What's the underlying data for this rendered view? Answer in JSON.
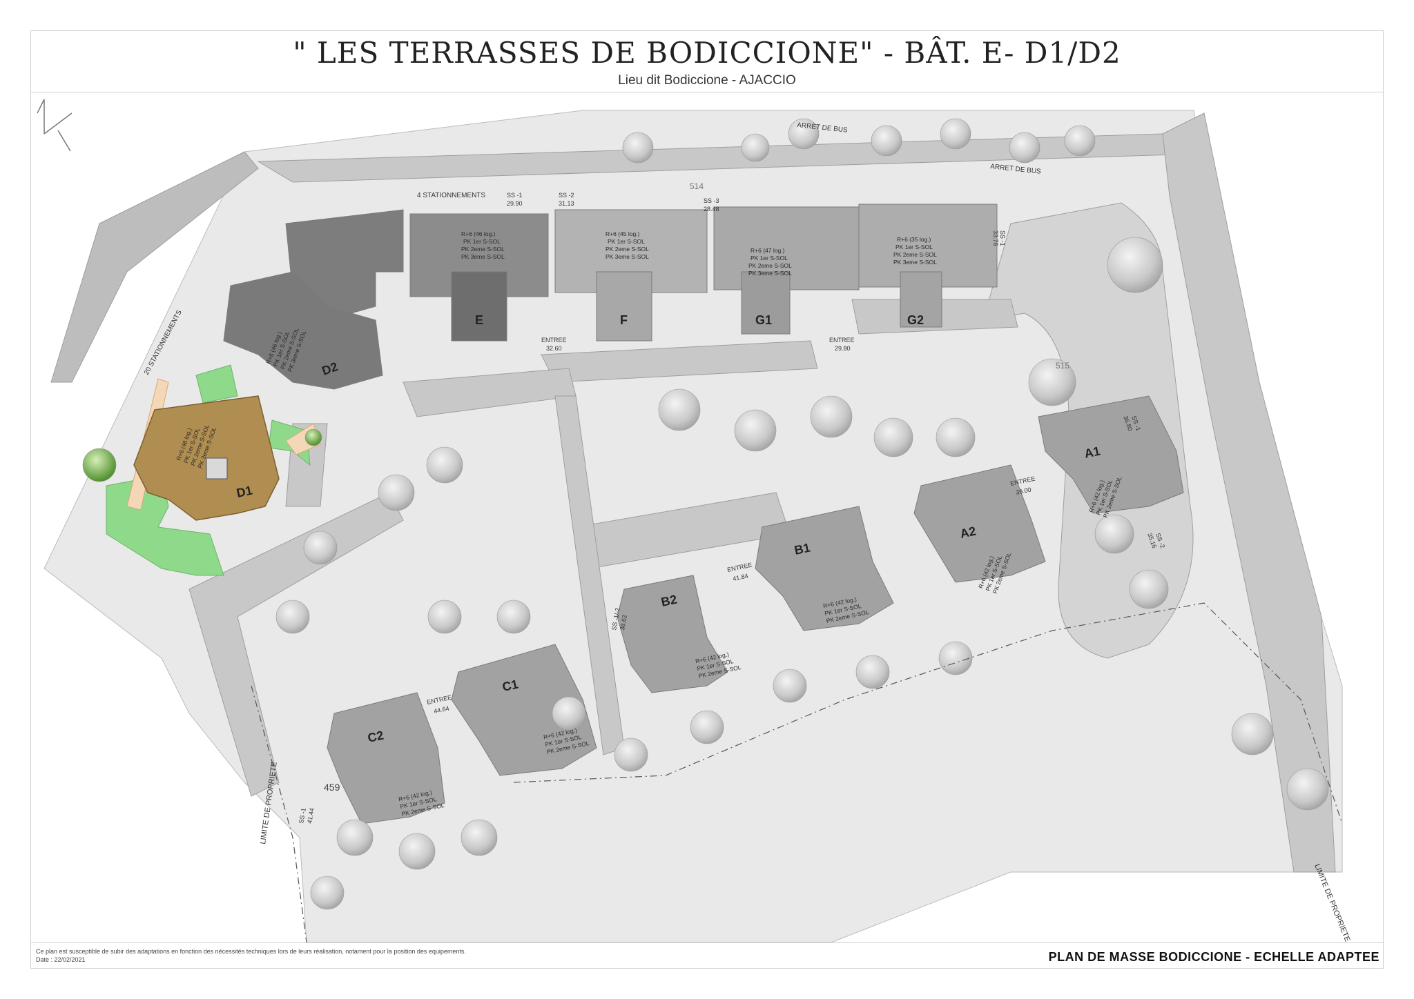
{
  "header": {
    "title": "\" LES TERRASSES DE BODICCIONE\"  - BÂT.  E- D1/D2",
    "subtitle": "Lieu dit Bodiccione - AJACCIO"
  },
  "plan": {
    "parking_top": "4 STATIONNEMENTS",
    "parking_side": "20 STATIONNEMENTS",
    "bus_stop_1": "ARRET DE BUS",
    "bus_stop_2": "ARRET DE BUS",
    "road_number_top": "514",
    "road_number_right": "515",
    "lot_number": "459",
    "property_limit_left": "LIMITE DE PROPRIETE",
    "property_limit_right": "LIMITE DE PROPRIETE",
    "entrances": [
      {
        "label": "ENTREE",
        "level": "32.60"
      },
      {
        "label": "ENTREE",
        "level": "29.80"
      },
      {
        "label": "ENTREE",
        "level": "44.64"
      },
      {
        "label": "ENTREE",
        "level": "41.84"
      },
      {
        "label": "ENTREE",
        "level": "39.00"
      }
    ],
    "basement_levels": [
      {
        "label": "SS -1",
        "level": "29.90"
      },
      {
        "label": "SS -2",
        "level": "31.13"
      },
      {
        "label": "SS -3",
        "level": "28.48"
      },
      {
        "label": "SS -1",
        "level": "33.76"
      },
      {
        "label": "SS -1",
        "level": "36.80"
      },
      {
        "label": "SS -2",
        "level": "35.16"
      },
      {
        "label": "SS -1/-2",
        "level": "38.62"
      },
      {
        "label": "SS -1",
        "level": "41.44"
      }
    ],
    "buildings": {
      "E": {
        "label": "E",
        "info": [
          "R+6 (46 log.)",
          "PK 1er S-SOL",
          "PK 2eme S-SOL",
          "PK 3eme S-SOL"
        ]
      },
      "F": {
        "label": "F",
        "info": [
          "R+6 (45 log.)",
          "PK 1er S-SOL",
          "PK 2eme S-SOL",
          "PK 3eme S-SOL"
        ]
      },
      "G1": {
        "label": "G1",
        "info": [
          "R+6 (47 log.)",
          "PK 1er S-SOL",
          "PK 2eme S-SOL",
          "PK 3eme S-SOL"
        ]
      },
      "G2": {
        "label": "G2",
        "info": [
          "R+6 (35 log.)",
          "PK 1er S-SOL",
          "PK 2eme S-SOL",
          "PK 3eme S-SOL"
        ]
      },
      "D2": {
        "label": "D2",
        "info": [
          "R+6 (46 log.)",
          "PK 1er S-SOL",
          "PK 2eme S-SOL",
          "PK 3eme S-SOL"
        ]
      },
      "D1": {
        "label": "D1",
        "info": [
          "R+6 (46 log.)",
          "PK 1er S-SOL",
          "PK 2eme S-SOL",
          "PK 3eme S-SOL"
        ]
      },
      "A1": {
        "label": "A1",
        "info": [
          "R+6 (42 log.)",
          "PK 1er S-SOL",
          "PK 2eme S-SOL"
        ]
      },
      "A2": {
        "label": "A2",
        "info": [
          "R+6 (42 log.)",
          "PK 1er S-SOL",
          "PK 2eme S-SOL"
        ]
      },
      "B1": {
        "label": "B1",
        "info": [
          "R+6 (42 log.)",
          "PK 1er S-SOL",
          "PK 2eme S-SOL"
        ]
      },
      "B2": {
        "label": "B2",
        "info": [
          "R+6 (42 log.)",
          "PK 1er S-SOL",
          "PK 2eme S-SOL"
        ]
      },
      "C1": {
        "label": "C1",
        "info": [
          "R+6 (42 log.)",
          "PK 1er S-SOL",
          "PK 2eme S-SOL"
        ]
      },
      "C2": {
        "label": "C2",
        "info": [
          "R+6 (42 log.)",
          "PK 1er S-SOL",
          "PK 2eme S-SOL"
        ]
      }
    }
  },
  "footer": {
    "disclaimer": "Ce plan est susceptible de subir des adaptations en fonction des nécessités techniques lors de leurs réalisation, notament pour la position des equipements.",
    "date": "Date : 22/02/2021",
    "scale_label": "PLAN DE MASSE BODICCIONE - ECHELLE ADAPTEE"
  },
  "colors": {
    "highlight_building": "#b08d50",
    "green_space": "#8ed98a",
    "road": "#c8c8c8",
    "buildings": "#9a9a9a",
    "building_dark": "#6e6e6e"
  }
}
